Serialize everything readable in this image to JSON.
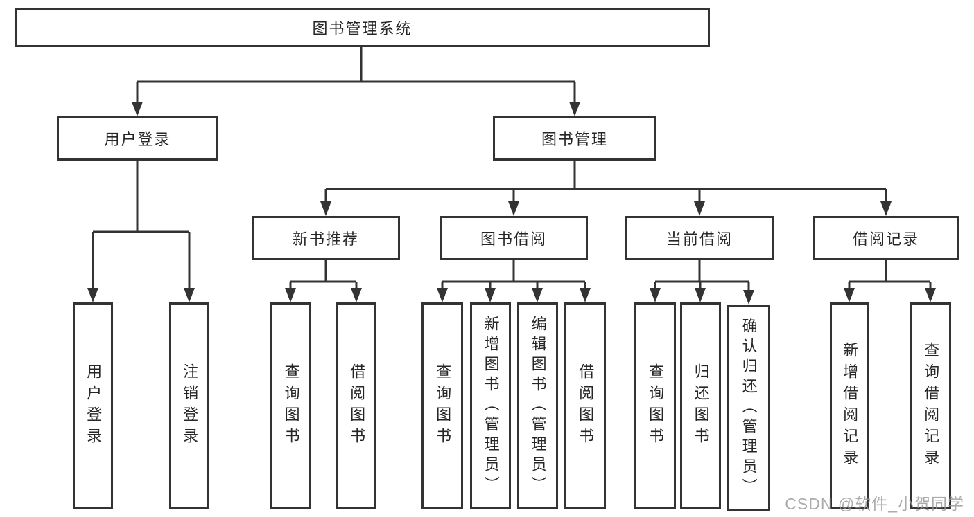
{
  "tree": {
    "label": "图书管理系统",
    "children": [
      {
        "label": "用户登录",
        "children": [
          {
            "label": "用户登录"
          },
          {
            "label": "注销登录"
          }
        ]
      },
      {
        "label": "图书管理",
        "children": [
          {
            "label": "新书推荐",
            "children": [
              {
                "label": "查询图书"
              },
              {
                "label": "借阅图书"
              }
            ]
          },
          {
            "label": "图书借阅",
            "children": [
              {
                "label": "查询图书"
              },
              {
                "label": "新增图书（管理员）"
              },
              {
                "label": "编辑图书（管理员）"
              },
              {
                "label": "借阅图书"
              }
            ]
          },
          {
            "label": "当前借阅",
            "children": [
              {
                "label": "查询图书"
              },
              {
                "label": "归还图书"
              },
              {
                "label": "确认归还（管理员）"
              }
            ]
          },
          {
            "label": "借阅记录",
            "children": [
              {
                "label": "新增借阅记录"
              },
              {
                "label": "查询借阅记录"
              }
            ]
          }
        ]
      }
    ]
  },
  "watermark": {
    "text": "CSDN @软件_小贺同学"
  },
  "colors": {
    "line": "#333333",
    "box_border": "#333333",
    "text": "#262626",
    "watermark": "#969696",
    "background": "#ffffff"
  }
}
